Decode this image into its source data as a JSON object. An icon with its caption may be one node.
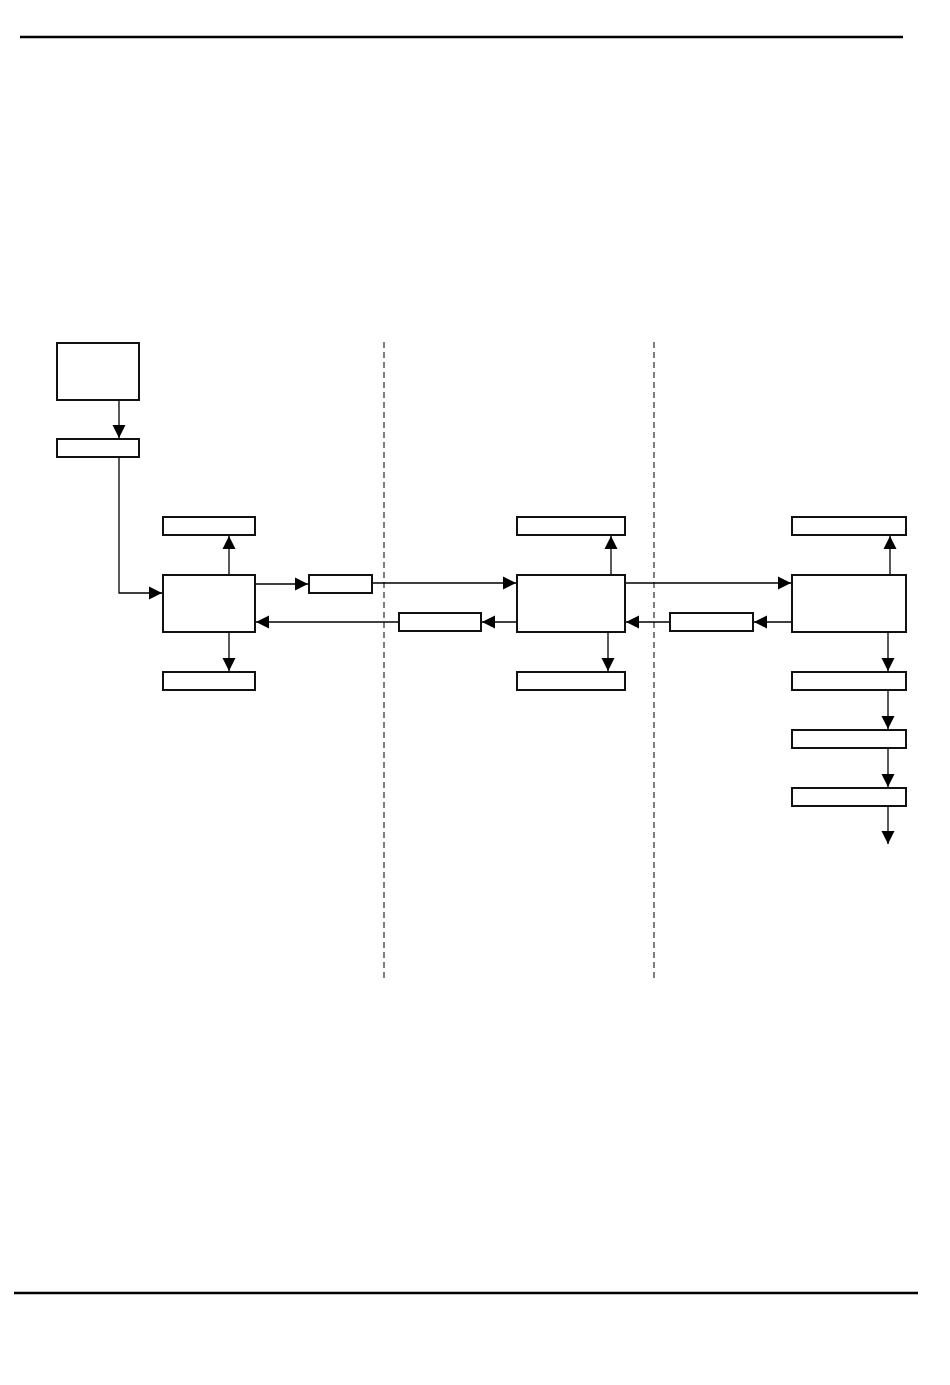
{
  "diagram": {
    "nodes": [
      {
        "text": [],
        "shape": "box"
      },
      {
        "text": [],
        "shape": "box"
      },
      {
        "text": [],
        "shape": "box"
      },
      {
        "text": [],
        "shape": "box"
      },
      {
        "text": [],
        "shape": "box"
      },
      {
        "text": [],
        "shape": "box"
      },
      {
        "text": [],
        "shape": "box"
      },
      {
        "text": [],
        "shape": "box"
      },
      {
        "text": [],
        "shape": "box"
      },
      {
        "text": [],
        "shape": "box"
      },
      {
        "text": [],
        "shape": "box"
      },
      {
        "text": [],
        "shape": "box"
      },
      {
        "text": [],
        "shape": "box"
      },
      {
        "text": [],
        "shape": "box"
      },
      {
        "text": [],
        "shape": "box"
      },
      {
        "text": [],
        "shape": "box"
      }
    ],
    "edges": [
      {
        "from": 0,
        "to": 1,
        "arrow": "to"
      },
      {
        "from": 1,
        "to": 5,
        "arrow": "to"
      },
      {
        "from": 5,
        "to": 2,
        "arrow": "to"
      },
      {
        "from": 5,
        "to": 11,
        "arrow": "to"
      },
      {
        "from": 5,
        "to": 6,
        "arrow": "to"
      },
      {
        "from": 6,
        "to": 7,
        "arrow": "to"
      },
      {
        "from": 7,
        "to": 3,
        "arrow": "to"
      },
      {
        "from": 7,
        "to": 12,
        "arrow": "to"
      },
      {
        "from": 7,
        "to": 9,
        "arrow": "to"
      },
      {
        "from": 9,
        "to": 5,
        "arrow": "to"
      },
      {
        "from": 7,
        "to": 8,
        "arrow": "to"
      },
      {
        "from": 8,
        "to": 4,
        "arrow": "to"
      },
      {
        "from": 8,
        "to": 10,
        "arrow": "to"
      },
      {
        "from": 10,
        "to": 7,
        "arrow": "to"
      },
      {
        "from": 8,
        "to": 13,
        "arrow": "to"
      },
      {
        "from": 13,
        "to": 14,
        "arrow": "to"
      },
      {
        "from": 14,
        "to": 15,
        "arrow": "to"
      },
      {
        "from": 15,
        "to": null,
        "arrow": "to"
      }
    ]
  }
}
